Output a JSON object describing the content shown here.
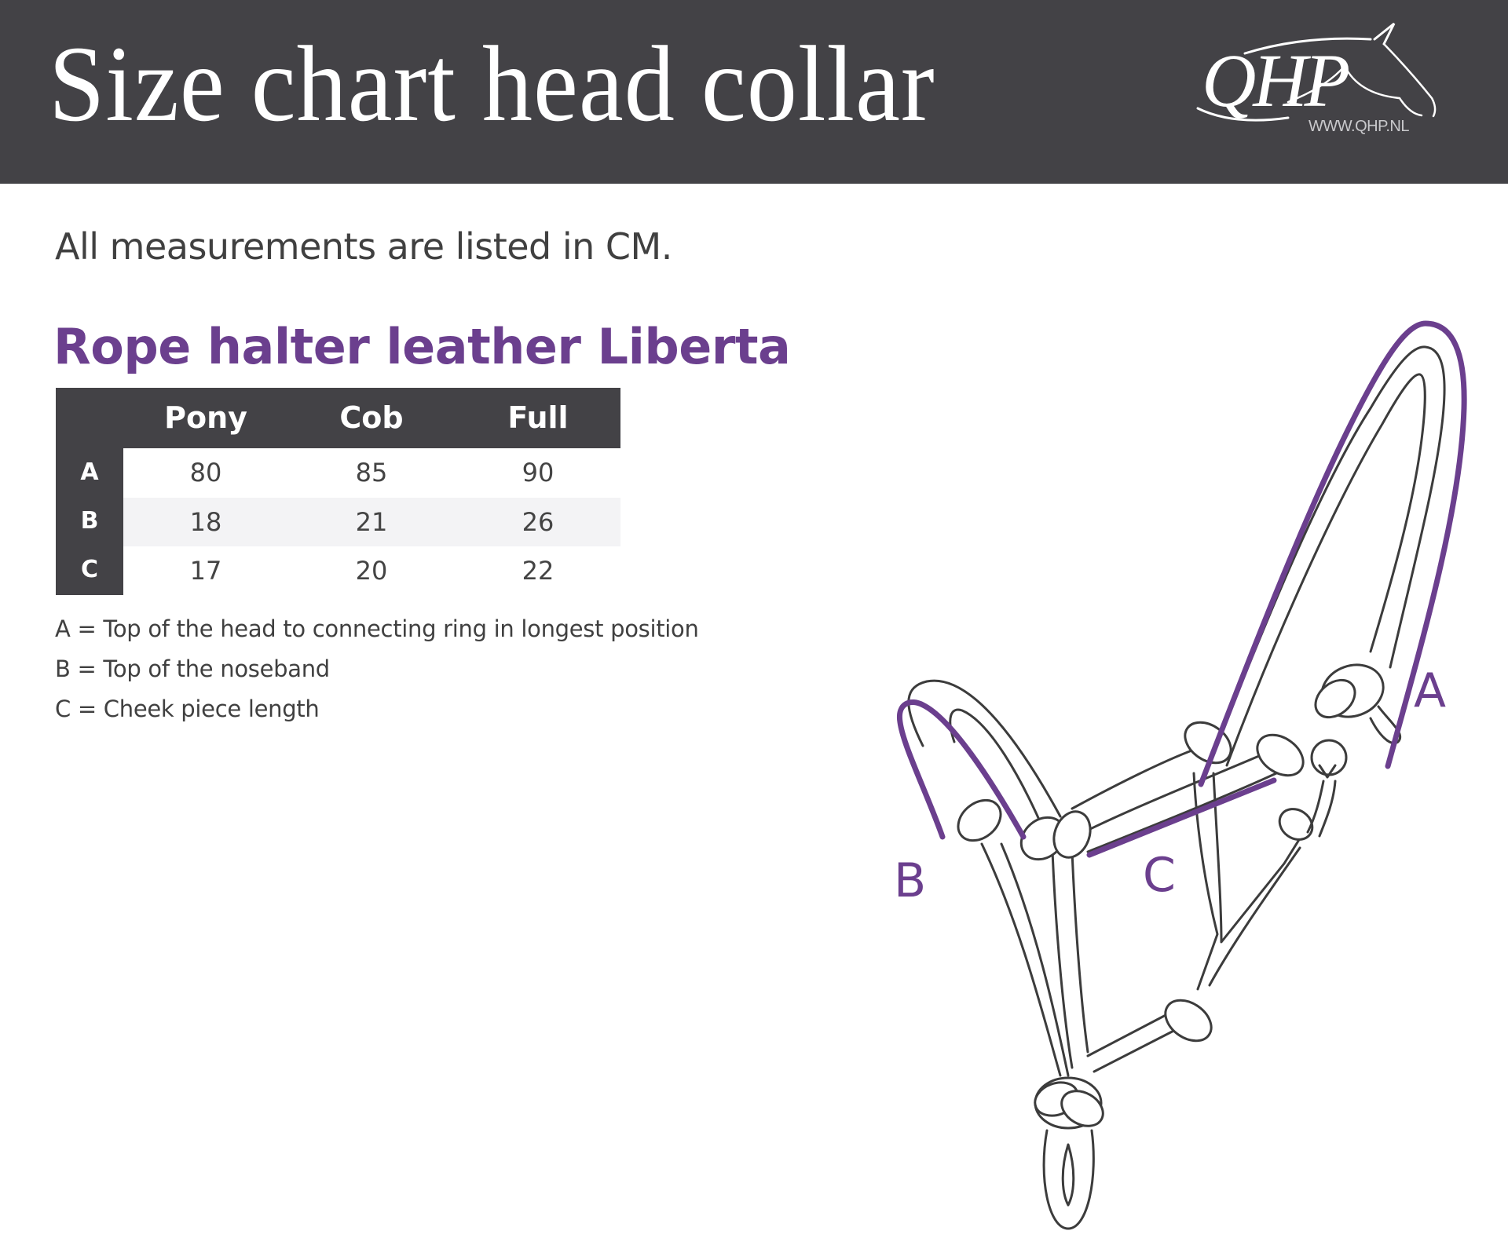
{
  "header": {
    "title": "Size chart head collar",
    "logo": {
      "text": "QHP",
      "url_text": "WWW.QHP.NL",
      "icon": "horse-head-icon"
    }
  },
  "note": "All measurements are listed in CM.",
  "product": {
    "title": "Rope halter leather Liberta"
  },
  "table": {
    "columns": [
      "Pony",
      "Cob",
      "Full"
    ],
    "rows": [
      {
        "label": "A",
        "values": [
          "80",
          "85",
          "90"
        ]
      },
      {
        "label": "B",
        "values": [
          "18",
          "21",
          "26"
        ]
      },
      {
        "label": "C",
        "values": [
          "17",
          "20",
          "22"
        ]
      }
    ]
  },
  "legend": [
    {
      "key": "A",
      "text": "A = Top of the head to connecting ring in longest position"
    },
    {
      "key": "B",
      "text": "B = Top of the noseband"
    },
    {
      "key": "C",
      "text": "C = Cheek piece length"
    }
  ],
  "illustration": {
    "labels": {
      "a": "A",
      "b": "B",
      "c": "C"
    }
  },
  "colors": {
    "header_bg": "#434246",
    "accent_purple": "#6b3f8e",
    "text": "#404040",
    "stripe": "#f3f3f5"
  }
}
